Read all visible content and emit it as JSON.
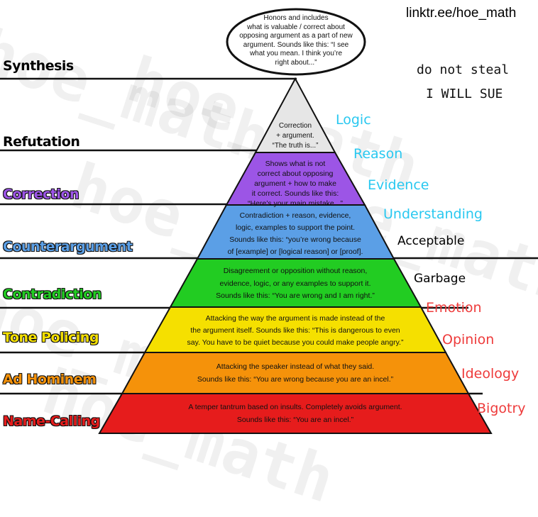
{
  "handle": "linktr.ee/hoe_math",
  "notice": [
    "do not steal",
    "I WILL SUE"
  ],
  "watermark_text": "hoe_math",
  "levels": [
    {
      "label": "Synthesis",
      "label_color": "#000000",
      "fill": "#ffffff",
      "description": "Honors and includes\nwhat is valuable / correct about\nopposing argument as a part of new\nargument. Sounds like this: “I see\nwhat you mean. I think you’re\nright about...”"
    },
    {
      "label": "Refutation",
      "label_color": "#000000",
      "fill": "#e6e6e6",
      "description": "Correction\n+ argument.\n“The truth is...”"
    },
    {
      "label": "Correction",
      "label_color": "#9c55e6",
      "fill": "#9c55e6",
      "description": "Shows what is not\ncorrect about opposing\nargument + how to make\nit correct. Sounds like this:\n“Here’s your main mistake...”"
    },
    {
      "label": "Counterargument",
      "label_color": "#5b9fe6",
      "fill": "#5b9fe6",
      "description": "Contradiction + reason, evidence,\nlogic, examples to support the point.\nSounds like this: “you’re wrong because\nof [example] or [logical reason] or [proof]."
    },
    {
      "label": "Contradiction",
      "label_color": "#22cc22",
      "fill": "#22cc22",
      "description": "Disagreement or opposition without reason,\nevidence, logic, or any examples to support it.\nSounds like this: “You are wrong and I am right.”"
    },
    {
      "label": "Tone Policing",
      "label_color": "#f5e000",
      "fill": "#f5e000",
      "description": "Attacking the way the argument is made instead of the\nthe argument itself. Sounds like this: “This is dangerous to even\nsay. You have to be quiet because you could make people angry.”"
    },
    {
      "label": "Ad Hominem",
      "label_color": "#f5920a",
      "fill": "#f5920a",
      "description": "Attacking the speaker instead of what they said.\nSounds like this: “You are wrong because you are an incel.”"
    },
    {
      "label": "Name-Calling",
      "label_color": "#e61c1c",
      "fill": "#e61c1c",
      "description": "A temper tantrum based on insults. Completely avoids argument.\nSounds like this: “You are an incel.”"
    }
  ],
  "side_words": [
    {
      "text": "Logic",
      "color": "#29c8f0"
    },
    {
      "text": "Reason",
      "color": "#29c8f0"
    },
    {
      "text": "Evidence",
      "color": "#29c8f0"
    },
    {
      "text": "Understanding",
      "color": "#29c8f0"
    },
    {
      "text": "Acceptable",
      "color": "#000000"
    },
    {
      "text": "Garbage",
      "color": "#000000"
    },
    {
      "text": "Emotion",
      "color": "#ee3b3b"
    },
    {
      "text": "Opinion",
      "color": "#ee3b3b"
    },
    {
      "text": "Ideology",
      "color": "#ee3b3b"
    },
    {
      "text": "Bigotry",
      "color": "#ee3b3b"
    }
  ]
}
